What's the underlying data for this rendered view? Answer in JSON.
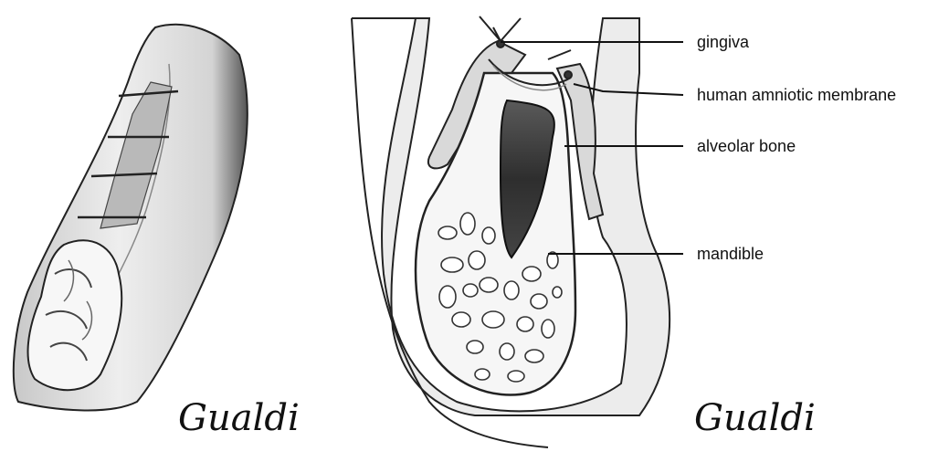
{
  "labels": {
    "gingiva": "gingiva",
    "membrane": "human amniotic membrane",
    "bone": "alveolar bone",
    "mandible": "mandible"
  },
  "signatures": [
    "Gualdi",
    "Gualdi"
  ],
  "colors": {
    "ink": "#111111",
    "tissue": "#e6e6e6",
    "bone_fill": "#f2f2f2",
    "socket": "#3a3a3a"
  }
}
